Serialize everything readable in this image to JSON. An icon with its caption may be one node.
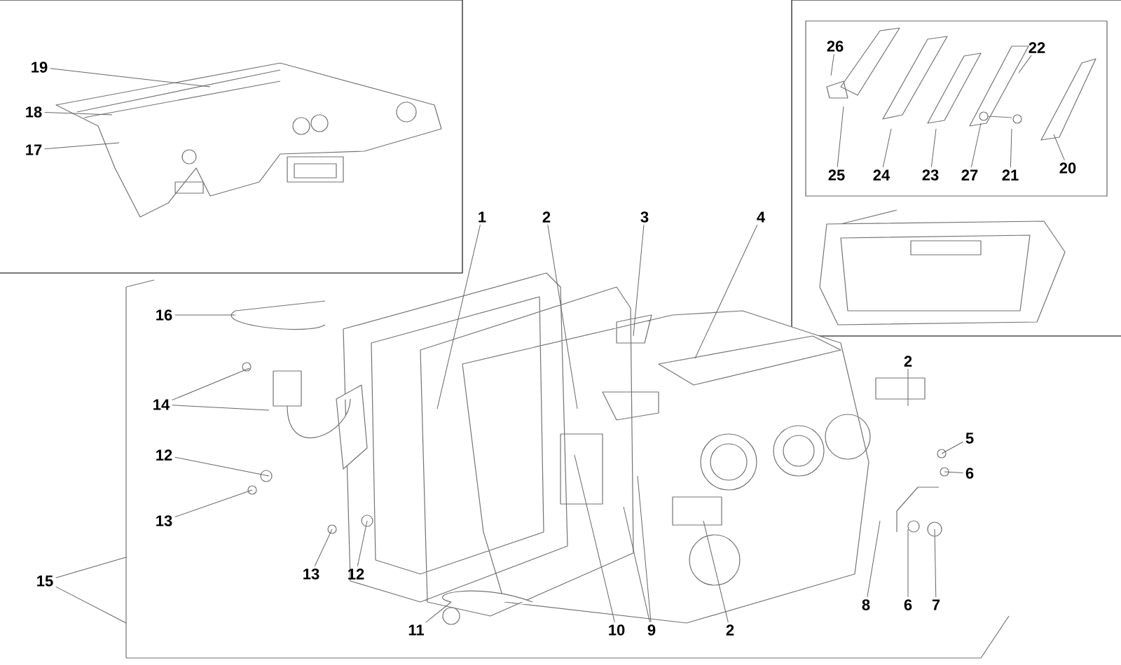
{
  "diagram": {
    "nodes": [
      {
        "text": [
          "19"
        ]
      },
      {
        "text": [
          "18"
        ]
      },
      {
        "text": [
          "17"
        ]
      },
      {
        "text": [
          "26"
        ]
      },
      {
        "text": [
          "22"
        ]
      },
      {
        "text": [
          "25"
        ]
      },
      {
        "text": [
          "24"
        ]
      },
      {
        "text": [
          "23"
        ]
      },
      {
        "text": [
          "27"
        ]
      },
      {
        "text": [
          "21"
        ]
      },
      {
        "text": [
          "20"
        ]
      },
      {
        "text": [
          "1"
        ]
      },
      {
        "text": [
          "2"
        ]
      },
      {
        "text": [
          "3"
        ]
      },
      {
        "text": [
          "4"
        ]
      },
      {
        "text": [
          "16"
        ]
      },
      {
        "text": [
          "14"
        ]
      },
      {
        "text": [
          "2"
        ]
      },
      {
        "text": [
          "12"
        ]
      },
      {
        "text": [
          "5"
        ]
      },
      {
        "text": [
          "6"
        ]
      },
      {
        "text": [
          "13"
        ]
      },
      {
        "text": [
          "15"
        ]
      },
      {
        "text": [
          "13"
        ]
      },
      {
        "text": [
          "12"
        ]
      },
      {
        "text": [
          "8"
        ]
      },
      {
        "text": [
          "6"
        ]
      },
      {
        "text": [
          "7"
        ]
      },
      {
        "text": [
          "11"
        ]
      },
      {
        "text": [
          "10"
        ]
      },
      {
        "text": [
          "9"
        ]
      },
      {
        "text": [
          "2"
        ]
      }
    ],
    "edges": [
      {
        "from": 0,
        "to": null,
        "arrow": "none"
      },
      {
        "from": 1,
        "to": null,
        "arrow": "none"
      },
      {
        "from": 2,
        "to": null,
        "arrow": "none"
      },
      {
        "from": 3,
        "to": null,
        "arrow": "none"
      },
      {
        "from": 4,
        "to": null,
        "arrow": "none"
      },
      {
        "from": 5,
        "to": null,
        "arrow": "none"
      },
      {
        "from": 6,
        "to": null,
        "arrow": "none"
      },
      {
        "from": 7,
        "to": null,
        "arrow": "none"
      },
      {
        "from": 8,
        "to": null,
        "arrow": "none"
      },
      {
        "from": 9,
        "to": null,
        "arrow": "none"
      },
      {
        "from": 10,
        "to": null,
        "arrow": "none"
      },
      {
        "from": 11,
        "to": null,
        "arrow": "none"
      },
      {
        "from": 12,
        "to": null,
        "arrow": "none"
      },
      {
        "from": 13,
        "to": null,
        "arrow": "none"
      },
      {
        "from": 14,
        "to": null,
        "arrow": "none"
      },
      {
        "from": 15,
        "to": null,
        "arrow": "none"
      },
      {
        "from": 16,
        "to": null,
        "arrow": "none"
      },
      {
        "from": 16,
        "to": null,
        "arrow": "none"
      },
      {
        "from": 17,
        "to": null,
        "arrow": "none"
      },
      {
        "from": 18,
        "to": null,
        "arrow": "none"
      },
      {
        "from": 19,
        "to": null,
        "arrow": "none"
      },
      {
        "from": 20,
        "to": null,
        "arrow": "none"
      },
      {
        "from": 21,
        "to": null,
        "arrow": "none"
      },
      {
        "from": 22,
        "to": null,
        "arrow": "none"
      },
      {
        "from": 22,
        "to": null,
        "arrow": "none"
      },
      {
        "from": 23,
        "to": null,
        "arrow": "none"
      },
      {
        "from": 24,
        "to": null,
        "arrow": "none"
      },
      {
        "from": 25,
        "to": null,
        "arrow": "none"
      },
      {
        "from": 26,
        "to": null,
        "arrow": "none"
      },
      {
        "from": 27,
        "to": null,
        "arrow": "none"
      },
      {
        "from": 28,
        "to": null,
        "arrow": "none"
      },
      {
        "from": 29,
        "to": null,
        "arrow": "none"
      },
      {
        "from": 30,
        "to": null,
        "arrow": "none"
      },
      {
        "from": 30,
        "to": null,
        "arrow": "none"
      },
      {
        "from": 31,
        "to": null,
        "arrow": "none"
      }
    ]
  }
}
